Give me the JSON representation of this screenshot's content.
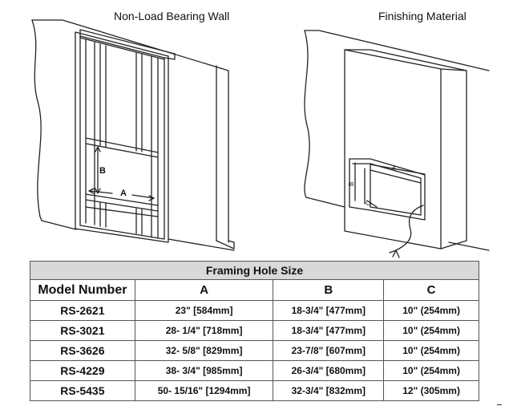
{
  "figures": {
    "left_caption": "Non-Load Bearing Wall",
    "right_caption": "Finishing Material",
    "left_label_a": "A",
    "left_label_b": "B",
    "right_label_a": "A",
    "right_label_b": "B",
    "right_label_c": "C"
  },
  "table": {
    "title": "Framing Hole Size",
    "headers": [
      "Model Number",
      "A",
      "B",
      "C"
    ],
    "rows": [
      [
        "RS-2621",
        "23\" [584mm]",
        "18-3/4\" [477mm]",
        "10\" (254mm)"
      ],
      [
        "RS-3021",
        "28- 1/4\" [718mm]",
        "18-3/4\" [477mm]",
        "10\" (254mm)"
      ],
      [
        "RS-3626",
        "32- 5/8\" [829mm]",
        "23-7/8\" [607mm]",
        "10\" (254mm)"
      ],
      [
        "RS-4229",
        "38- 3/4\" [985mm]",
        "26-3/4\" [680mm]",
        "10\" (254mm)"
      ],
      [
        "RS-5435",
        "50- 15/16\" [1294mm]",
        "32-3/4\" [832mm]",
        "12\" (305mm)"
      ]
    ]
  }
}
